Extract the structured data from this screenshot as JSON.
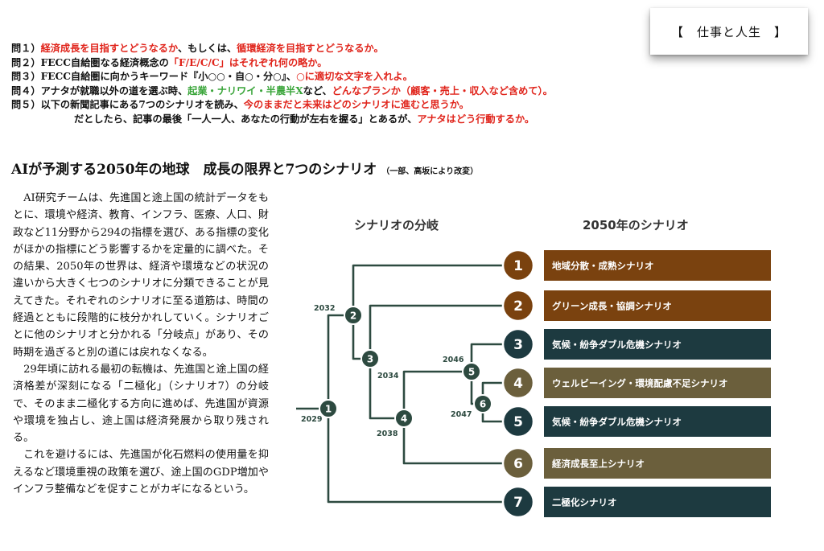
{
  "tag": {
    "text": "【　仕事と人生　】"
  },
  "questions": {
    "q1": {
      "prefix": "問１）",
      "part1": "経済成長を目指すとどうなるか",
      "part2": "、もしくは、",
      "part3": "循環経済を目指すとどうなるか。"
    },
    "q2": {
      "prefix": "問２）",
      "part1": "FECC自給圏なる経済概念の",
      "part2": "「F/E/C/C」はそれぞれ何の略か。"
    },
    "q3": {
      "prefix": "問３）",
      "part1": "FECC自給圏に向かうキーワード『小○○・自○・分○』、",
      "part2": "○に適切な文字を入れよ。"
    },
    "q4": {
      "prefix": "問４）",
      "part1": "アナタが就職以外の道を選ぶ時、",
      "part2": "起業・ナリワイ・半農半X",
      "part3": "など、",
      "part4": "どんなプランか（顧客・売上・収入など含めて）。"
    },
    "q5": {
      "prefix": "問５）",
      "part1": "以下の新聞記事にある7つのシナリオを読み、",
      "part2": "今のままだと未来はどのシナリオに進むと思うか。"
    },
    "q5b": {
      "part1": "だとしたら、記事の最後「一人一人、あなたの行動が左右を握る」とあるが、",
      "part2": "アナタはどう行動するか。"
    }
  },
  "headline": {
    "title": "AIが予測する2050年の地球　成長の限界と7つのシナリオ",
    "note": "（一部、高坂により改変）"
  },
  "article": {
    "p1": "AI研究チームは、先進国と途上国の統計データをもとに、環境や経済、教育、インフラ、医療、人口、財政など11分野から294の指標を選び、ある指標の変化がほかの指標にどう影響するかを定量的に調べた。その結果、2050年の世界は、経済や環境などの状況の違いから大きく七つのシナリオに分類できることが見えてきた。それぞれのシナリオに至る道筋は、時間の経過とともに段階的に枝分かれしていく。シナリオごとに他のシナリオと分かれる「分岐点」があり、その時期を過ぎると別の道には戻れなくなる。",
    "p2": "29年頃に訪れる最初の転機は、先進国と途上国の経済格差が深刻になる「二極化」（シナリオ7）の分岐で、そのまま二極化する方向に進めば、先進国が資源や環境を独占し、途上国は経済発展から取り残される。",
    "p3": "これを避けるには、先進国が化石燃料の使用量を抑えるなど環境重視の政策を選び、途上国のGDP増加やインフラ整備などを促すことがカギになるという。"
  },
  "diagram": {
    "heading_left": "シナリオの分岐",
    "heading_right": "2050年のシナリオ",
    "branch_points": [
      {
        "num": "1",
        "year": "2029"
      },
      {
        "num": "2",
        "year": "2032"
      },
      {
        "num": "3",
        "year": "2034"
      },
      {
        "num": "4",
        "year": "2038"
      },
      {
        "num": "5",
        "year": "2046"
      },
      {
        "num": "6",
        "year": "2047"
      }
    ],
    "scenarios": [
      {
        "num": "1",
        "label": "地域分散・成熟シナリオ",
        "color": "#7a420f"
      },
      {
        "num": "2",
        "label": "グリーン成長・協調シナリオ",
        "color": "#7a420f"
      },
      {
        "num": "3",
        "label": "気候・紛争ダブル危機シナリオ",
        "color": "#1d3a40"
      },
      {
        "num": "4",
        "label": "ウェルビーイング・環境配慮不足シナリオ",
        "color": "#6b5f3c"
      },
      {
        "num": "5",
        "label": "気候・紛争ダブル危機シナリオ",
        "color": "#1d3a40"
      },
      {
        "num": "6",
        "label": "経済成長至上シナリオ",
        "color": "#6b5f3c"
      },
      {
        "num": "7",
        "label": "二極化シナリオ",
        "color": "#1d3a40"
      }
    ],
    "line_color": "#2d4a40"
  }
}
